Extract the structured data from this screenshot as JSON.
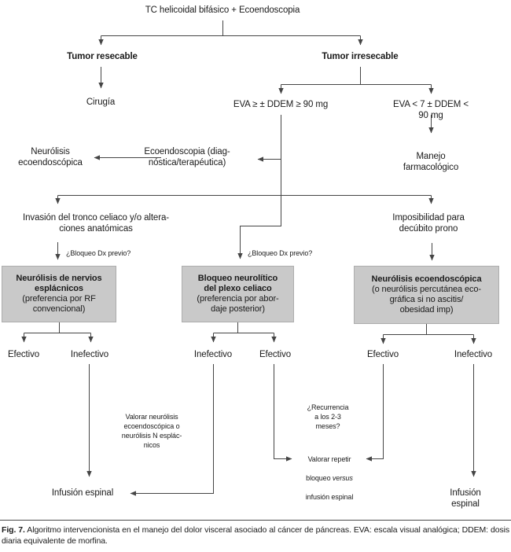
{
  "colors": {
    "box_fill": "#c9c9c9",
    "box_border": "#adadad",
    "line": "#454545",
    "text": "#1a1a1a"
  },
  "root": {
    "label": "TC helicoidal bifásico + Ecoendoscopia"
  },
  "resecable": {
    "label": "Tumor resecable",
    "result": "Cirugía"
  },
  "irresecable": {
    "label": "Tumor irresecable"
  },
  "eva": {
    "alta": "EVA ≥ ± DDEM ≥ 90 mg",
    "baja": "EVA < 7 ± DDEM < 90 mg"
  },
  "nodes": {
    "neurolisis_eco": "Neurólisis\necoendoscópica",
    "ecoendoscopia": "Ecoendoscopia (diag-\nnóstica/terapéutica)",
    "manejo_farmacologico": "Manejo farmacológico",
    "invasion": "Invasión del tronco celiaco y/o altera-\nciones anatómicas",
    "imposibilidad": "Imposibilidad para\ndecúbito prono",
    "bloqueo_dx_previo": "¿Bloqueo Dx previo?",
    "recurrencia": "¿Recurrencia\na los 2-3\nmeses?",
    "valorar_neurolisis": "Valorar neurólisis\necoendoscópica o\nneurólisis N esplác-\nnicos",
    "valorar_repetir": {
      "line1": "Valorar repetir",
      "line2_pre": "bloqueo ",
      "line2_italic": "versus",
      "line3": "infusión espinal"
    },
    "infusion_espinal": "Infusión espinal"
  },
  "boxes": {
    "esplacnicos": {
      "title": "Neurólisis de nervios\nesplácnicos",
      "note": "(preferencia por RF\nconvencional)"
    },
    "plexo": {
      "title": "Bloqueo neurolítico\ndel plexo celiaco",
      "note": "(preferencia por abor-\ndaje posterior)"
    },
    "ecoendoscopica": {
      "title": "Neurólisis ecoendoscópica",
      "note": "(o neurólisis percutánea eco-\ngráfica si no ascitis/\nobesidad imp)"
    }
  },
  "outcomes": {
    "efectivo": "Efectivo",
    "inefectivo": "Inefectivo"
  },
  "caption": {
    "label": "Fig. 7.",
    "text": " Algoritmo intervencionista en el manejo del dolor visceral asociado al cáncer de páncreas. EVA: escala visual analógica; DDEM: dosis diaria equivalente de morfina."
  }
}
